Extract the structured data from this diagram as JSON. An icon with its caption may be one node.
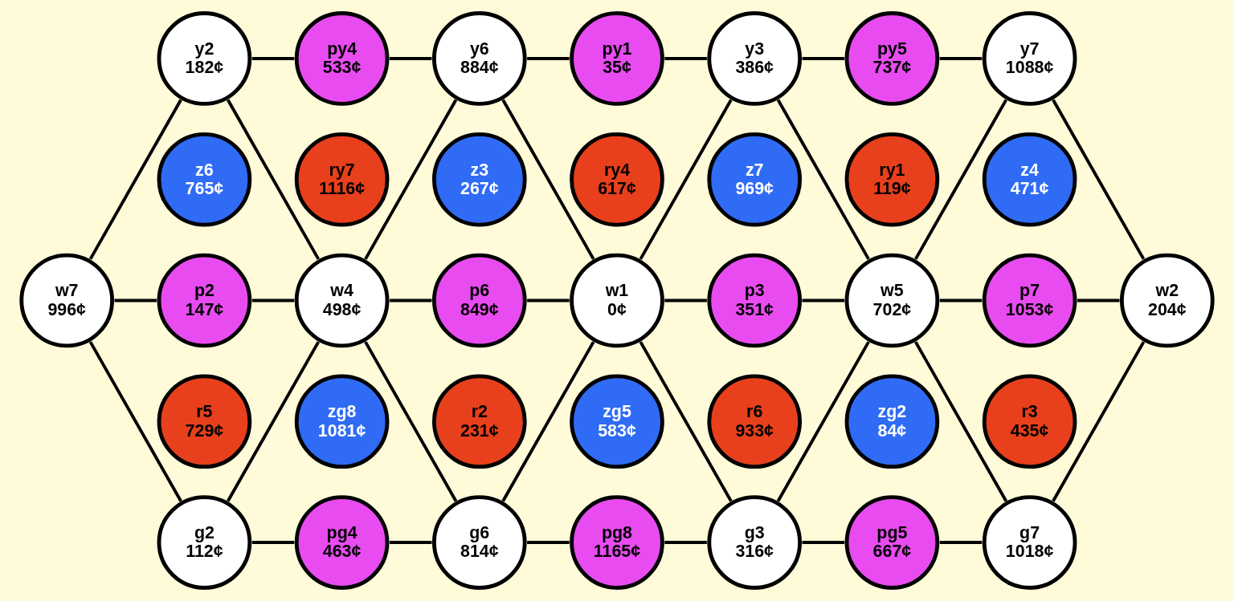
{
  "diagram": {
    "nodes": [
      {
        "text": [
          "y2",
          "182¢"
        ]
      },
      {
        "text": [
          "py4",
          "533¢"
        ]
      },
      {
        "text": [
          "y6",
          "884¢"
        ]
      },
      {
        "text": [
          "py1",
          "35¢"
        ]
      },
      {
        "text": [
          "y3",
          "386¢"
        ]
      },
      {
        "text": [
          "py5",
          "737¢"
        ]
      },
      {
        "text": [
          "y7",
          "1088¢"
        ]
      },
      {
        "text": [
          "z6",
          "765¢"
        ]
      },
      {
        "text": [
          "ry7",
          "1116¢"
        ]
      },
      {
        "text": [
          "z3",
          "267¢"
        ]
      },
      {
        "text": [
          "ry4",
          "617¢"
        ]
      },
      {
        "text": [
          "z7",
          "969¢"
        ]
      },
      {
        "text": [
          "ry1",
          "119¢"
        ]
      },
      {
        "text": [
          "z4",
          "471¢"
        ]
      },
      {
        "text": [
          "w7",
          "996¢"
        ]
      },
      {
        "text": [
          "p2",
          "147¢"
        ]
      },
      {
        "text": [
          "w4",
          "498¢"
        ]
      },
      {
        "text": [
          "p6",
          "849¢"
        ]
      },
      {
        "text": [
          "w1",
          "0¢"
        ]
      },
      {
        "text": [
          "p3",
          "351¢"
        ]
      },
      {
        "text": [
          "w5",
          "702¢"
        ]
      },
      {
        "text": [
          "p7",
          "1053¢"
        ]
      },
      {
        "text": [
          "w2",
          "204¢"
        ]
      },
      {
        "text": [
          "r5",
          "729¢"
        ]
      },
      {
        "text": [
          "zg8",
          "1081¢"
        ]
      },
      {
        "text": [
          "r2",
          "231¢"
        ]
      },
      {
        "text": [
          "zg5",
          "583¢"
        ]
      },
      {
        "text": [
          "r6",
          "933¢"
        ]
      },
      {
        "text": [
          "zg2",
          "84¢"
        ]
      },
      {
        "text": [
          "r3",
          "435¢"
        ]
      },
      {
        "text": [
          "g2",
          "112¢"
        ]
      },
      {
        "text": [
          "pg4",
          "463¢"
        ]
      },
      {
        "text": [
          "g6",
          "814¢"
        ]
      },
      {
        "text": [
          "pg8",
          "1165¢"
        ]
      },
      {
        "text": [
          "g3",
          "316¢"
        ]
      },
      {
        "text": [
          "pg5",
          "667¢"
        ]
      },
      {
        "text": [
          "g7",
          "1018¢"
        ]
      }
    ],
    "edges": [
      {
        "from": 0,
        "to": 1,
        "arrow": "none"
      },
      {
        "from": 1,
        "to": 2,
        "arrow": "none"
      },
      {
        "from": 2,
        "to": 3,
        "arrow": "none"
      },
      {
        "from": 3,
        "to": 4,
        "arrow": "none"
      },
      {
        "from": 4,
        "to": 5,
        "arrow": "none"
      },
      {
        "from": 5,
        "to": 6,
        "arrow": "none"
      },
      {
        "from": 14,
        "to": 15,
        "arrow": "none"
      },
      {
        "from": 15,
        "to": 16,
        "arrow": "none"
      },
      {
        "from": 16,
        "to": 17,
        "arrow": "none"
      },
      {
        "from": 17,
        "to": 18,
        "arrow": "none"
      },
      {
        "from": 18,
        "to": 19,
        "arrow": "none"
      },
      {
        "from": 19,
        "to": 20,
        "arrow": "none"
      },
      {
        "from": 20,
        "to": 21,
        "arrow": "none"
      },
      {
        "from": 21,
        "to": 22,
        "arrow": "none"
      },
      {
        "from": 30,
        "to": 31,
        "arrow": "none"
      },
      {
        "from": 31,
        "to": 32,
        "arrow": "none"
      },
      {
        "from": 32,
        "to": 33,
        "arrow": "none"
      },
      {
        "from": 33,
        "to": 34,
        "arrow": "none"
      },
      {
        "from": 34,
        "to": 35,
        "arrow": "none"
      },
      {
        "from": 35,
        "to": 36,
        "arrow": "none"
      },
      {
        "from": 14,
        "to": 0,
        "arrow": "none"
      },
      {
        "from": 14,
        "to": 30,
        "arrow": "none"
      },
      {
        "from": 0,
        "to": 16,
        "arrow": "none"
      },
      {
        "from": 16,
        "to": 2,
        "arrow": "none"
      },
      {
        "from": 16,
        "to": 30,
        "arrow": "none"
      },
      {
        "from": 16,
        "to": 32,
        "arrow": "none"
      },
      {
        "from": 2,
        "to": 18,
        "arrow": "none"
      },
      {
        "from": 18,
        "to": 4,
        "arrow": "none"
      },
      {
        "from": 18,
        "to": 32,
        "arrow": "none"
      },
      {
        "from": 18,
        "to": 34,
        "arrow": "none"
      },
      {
        "from": 4,
        "to": 20,
        "arrow": "none"
      },
      {
        "from": 20,
        "to": 6,
        "arrow": "none"
      },
      {
        "from": 20,
        "to": 34,
        "arrow": "none"
      },
      {
        "from": 20,
        "to": 36,
        "arrow": "none"
      },
      {
        "from": 6,
        "to": 22,
        "arrow": "none"
      },
      {
        "from": 36,
        "to": 22,
        "arrow": "none"
      }
    ]
  }
}
